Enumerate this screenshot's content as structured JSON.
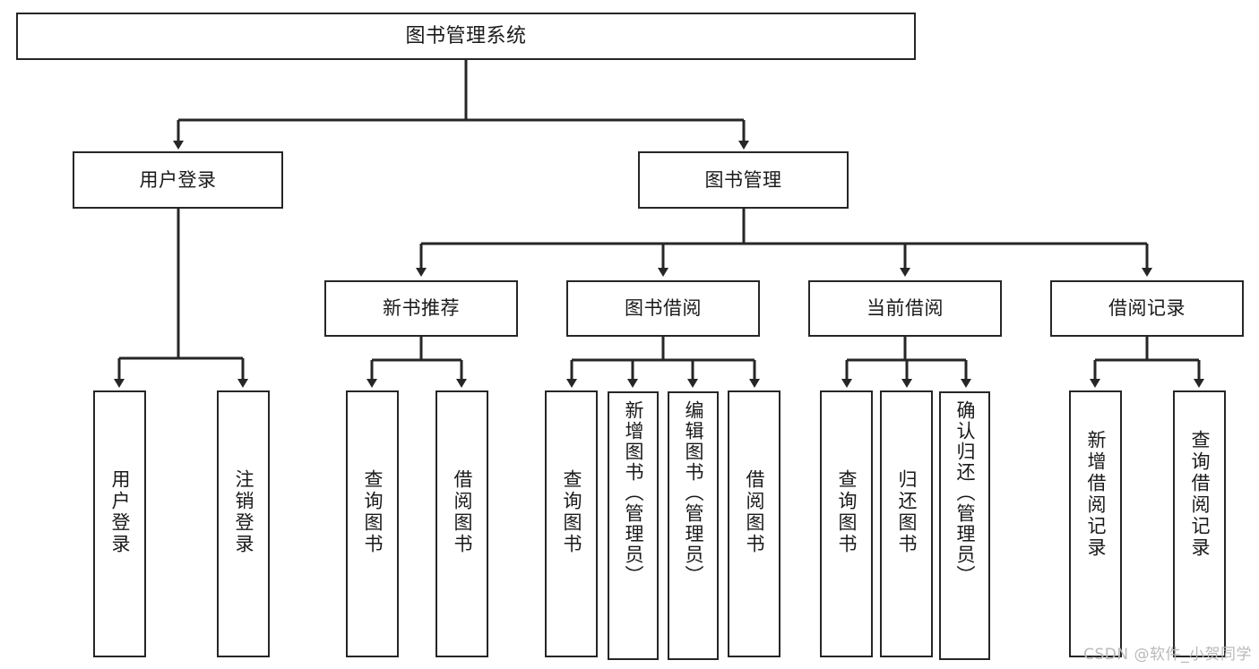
{
  "diagram": {
    "title": "图书管理系统",
    "type": "tree-hierarchy-chart",
    "colors": {
      "box_border": "#262626",
      "box_fill": "#ffffff",
      "edge": "#262626",
      "text": "#1a1a1a",
      "watermark": "#b9b9b9",
      "background": "#ffffff"
    },
    "nodes": {
      "root": {
        "label": "图书管理系统"
      },
      "level2": [
        {
          "id": "user-login",
          "label": "用户登录"
        },
        {
          "id": "book-manage",
          "label": "图书管理"
        }
      ],
      "level3": [
        {
          "id": "new-book-recommend",
          "label": "新书推荐"
        },
        {
          "id": "book-borrow",
          "label": "图书借阅"
        },
        {
          "id": "current-borrow",
          "label": "当前借阅"
        },
        {
          "id": "borrow-record",
          "label": "借阅记录"
        }
      ],
      "leaves": [
        {
          "id": "leaf-user-login",
          "label": "用户登录"
        },
        {
          "id": "leaf-logout-login",
          "label": "注销登录"
        },
        {
          "id": "leaf-query-book-1",
          "label": "查询图书"
        },
        {
          "id": "leaf-borrow-book-1",
          "label": "借阅图书"
        },
        {
          "id": "leaf-query-book-2",
          "label": "查询图书"
        },
        {
          "id": "leaf-add-book",
          "label": "新增图书（管理员）"
        },
        {
          "id": "leaf-edit-book",
          "label": "编辑图书（管理员）"
        },
        {
          "id": "leaf-borrow-book-2",
          "label": "借阅图书"
        },
        {
          "id": "leaf-query-book-3",
          "label": "查询图书"
        },
        {
          "id": "leaf-return-book",
          "label": "归还图书"
        },
        {
          "id": "leaf-confirm-return",
          "label": "确认归还（管理员）"
        },
        {
          "id": "leaf-add-record",
          "label": "新增借阅记录"
        },
        {
          "id": "leaf-query-record",
          "label": "查询借阅记录"
        }
      ]
    },
    "watermark": "CSDN @软件_小贺同学"
  }
}
